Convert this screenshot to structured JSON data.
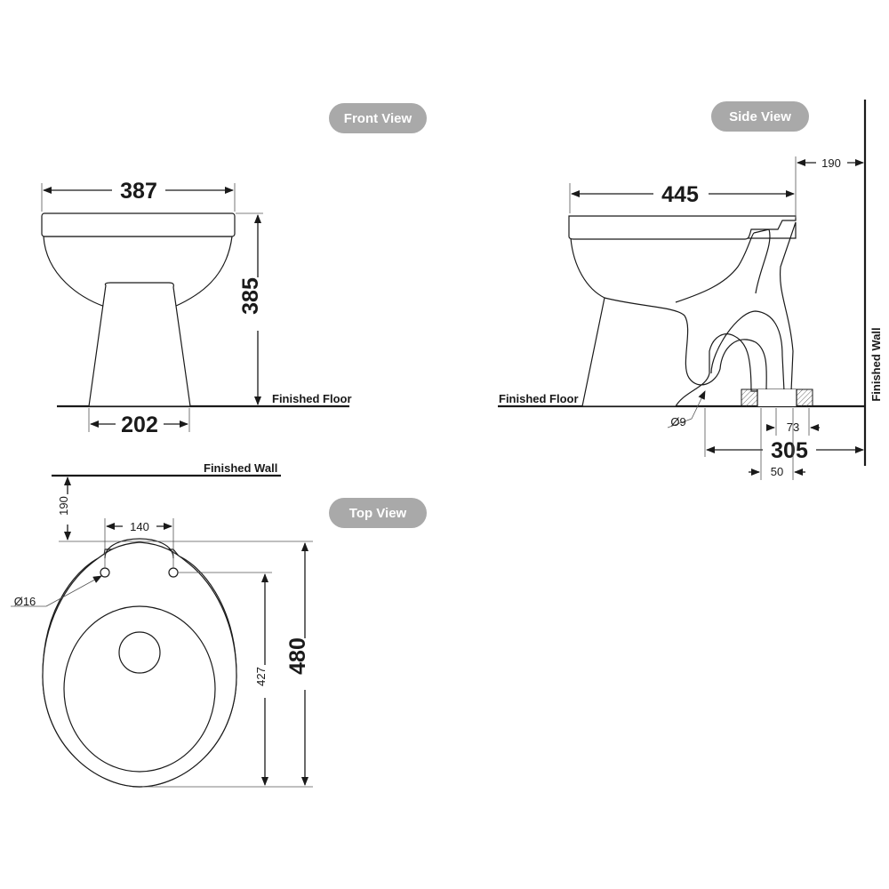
{
  "views": {
    "front": "Front View",
    "side": "Side View",
    "top": "Top View"
  },
  "labels": {
    "finished_floor": "Finished Floor",
    "finished_wall": "Finished Wall"
  },
  "dimensions": {
    "front_width": "387",
    "front_height": "385",
    "front_base": "202",
    "side_length": "445",
    "side_wall_gap": "190",
    "side_outlet_total": "305",
    "side_outlet_a": "73",
    "side_outlet_b": "50",
    "side_dia": "Ø9",
    "top_wall_gap": "190",
    "top_hole_spacing": "140",
    "top_hole_dia": "Ø16",
    "top_length": "427",
    "top_total": "480"
  }
}
